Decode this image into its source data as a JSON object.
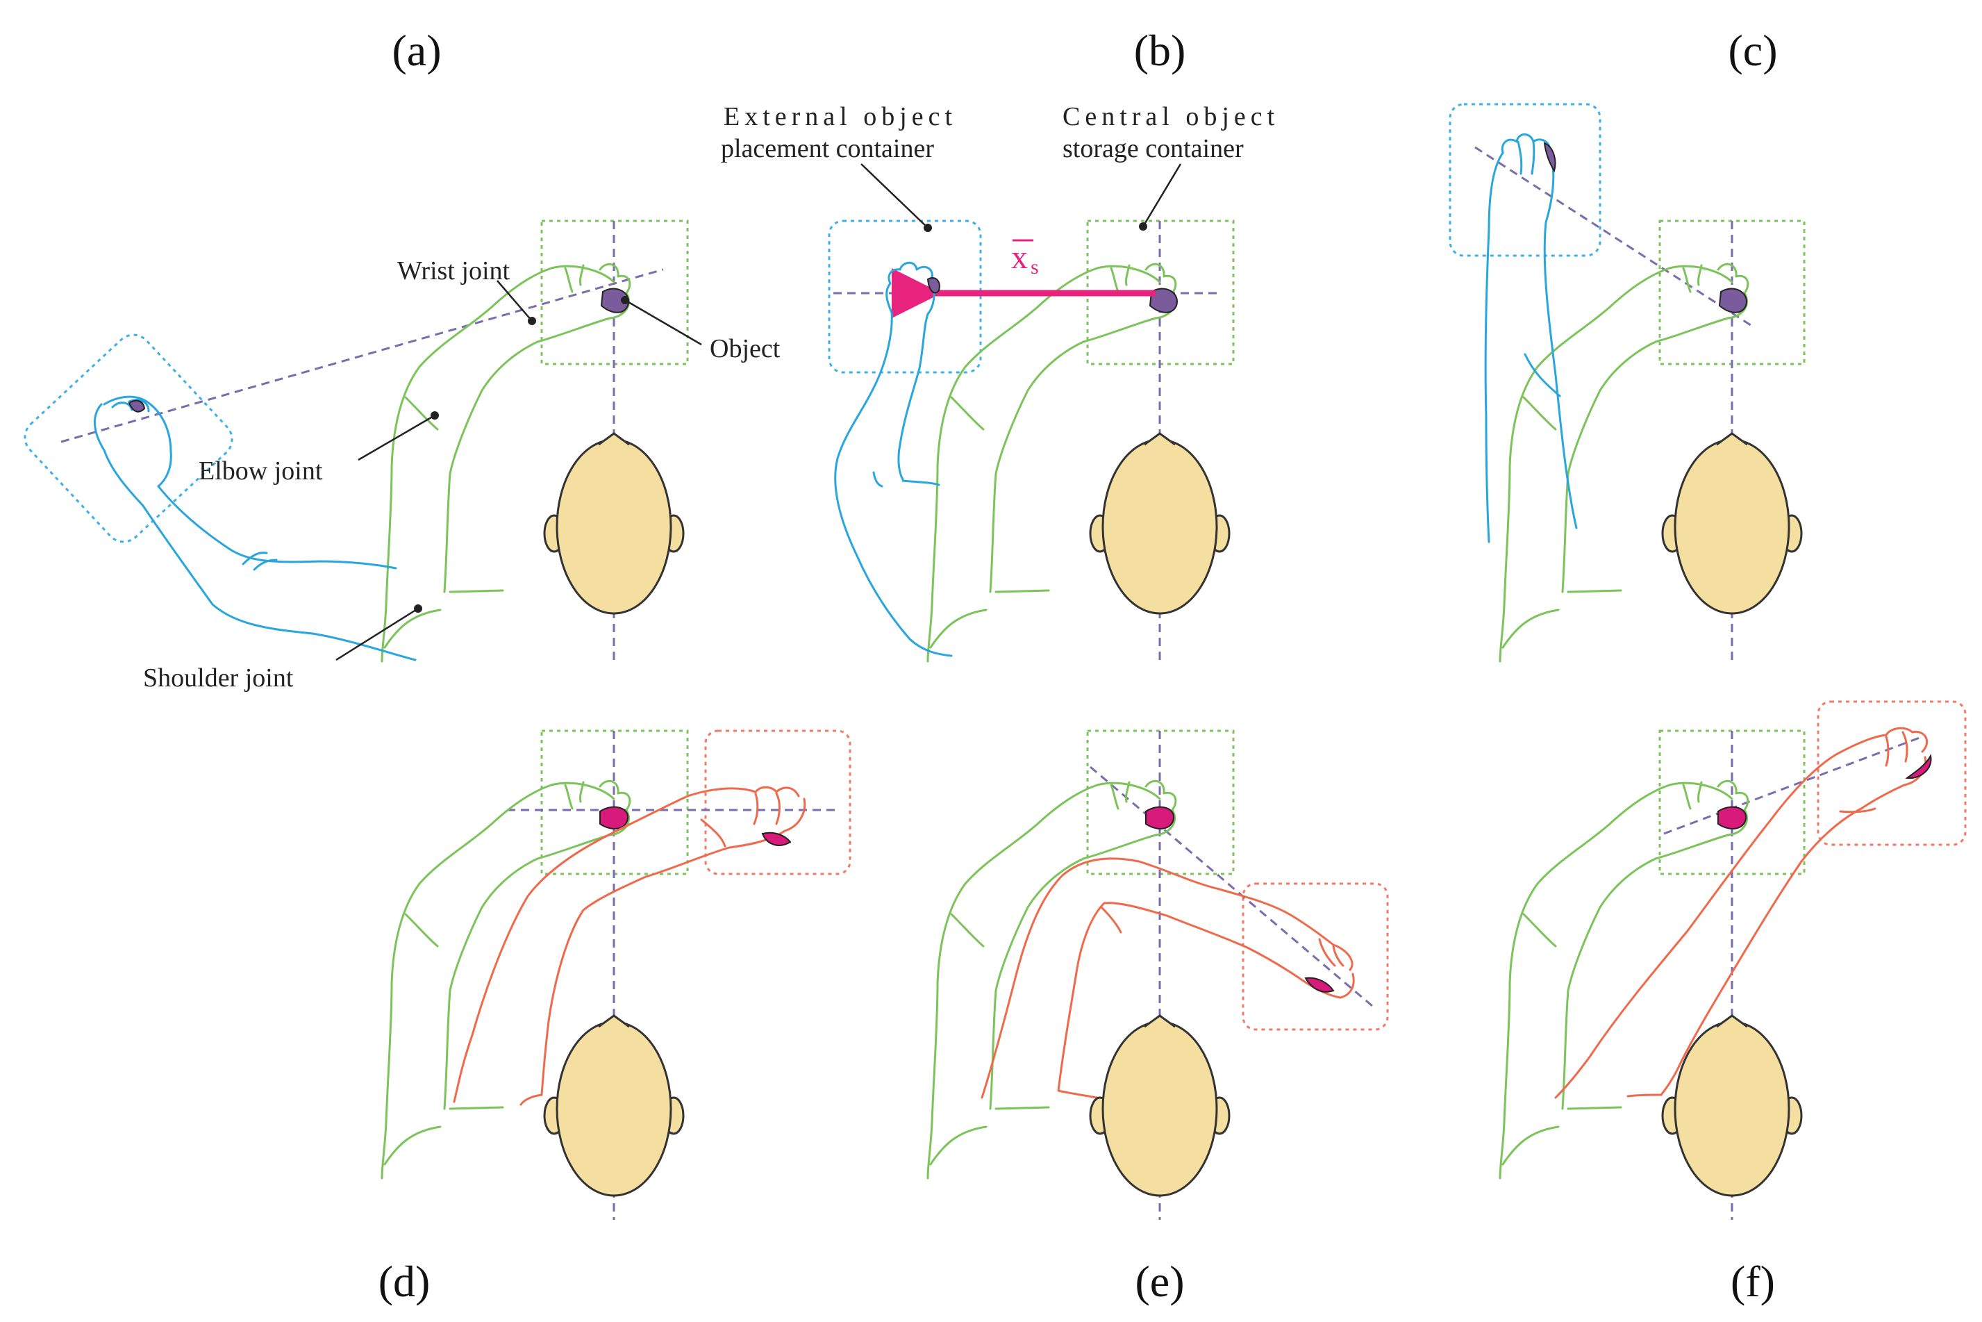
{
  "colors": {
    "blue_arm": "#2aa6de",
    "green_arm": "#7dc35b",
    "red_arm": "#ef6a4c",
    "head_fill": "#f4dea0",
    "head_stroke": "#333333",
    "object_purple": "#7a5c9c",
    "object_magenta": "#d81b7a",
    "axis_dash": "#7b6cae",
    "arrow": "#e8237d",
    "green_box": "#7dc35b",
    "blue_box": "#3db0e8",
    "red_box": "#ef7a68"
  },
  "panels": {
    "a": {
      "label": "(a)"
    },
    "b": {
      "label": "(b)"
    },
    "c": {
      "label": "(c)"
    },
    "d": {
      "label": "(d)"
    },
    "e": {
      "label": "(e)"
    },
    "f": {
      "label": "(f)"
    }
  },
  "annotations": {
    "wrist_joint": "Wrist joint",
    "object": "Object",
    "elbow_joint": "Elbow joint",
    "shoulder_joint": "Shoulder joint",
    "external_line1": "External object",
    "external_line2": "placement container",
    "central_line1": "Central object",
    "central_line2": "storage container",
    "displacement_symbol": "x",
    "displacement_subscript": "s"
  }
}
